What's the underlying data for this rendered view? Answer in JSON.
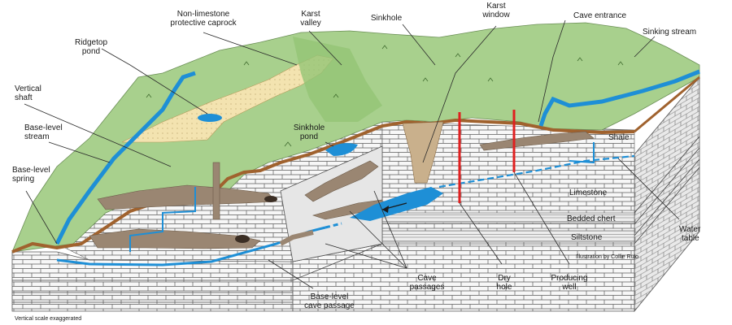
{
  "labels": {
    "non_limestone_1": "Non-limestone",
    "non_limestone_2": "protective caprock",
    "karst_valley_1": "Karst",
    "karst_valley_2": "valley",
    "sinkhole": "Sinkhole",
    "karst_window_1": "Karst",
    "karst_window_2": "window",
    "cave_entrance": "Cave entrance",
    "sinking_stream": "Sinking stream",
    "ridgetop_pond_1": "Ridgetop",
    "ridgetop_pond_2": "pond",
    "vertical_shaft_1": "Vertical",
    "vertical_shaft_2": "shaft",
    "base_level_stream_1": "Base-level",
    "base_level_stream_2": "stream",
    "base_level_spring_1": "Base-level",
    "base_level_spring_2": "spring",
    "sinkhole_pond_1": "Sinkhole",
    "sinkhole_pond_2": "pond",
    "shale": "Shale",
    "limestone": "Limestone",
    "bedded_chert": "Bedded chert",
    "siltstone": "Siltstone",
    "water_table_1": "Water",
    "water_table_2": "table",
    "cave_passages_1": "Cave",
    "cave_passages_2": "passages",
    "dry_hole_1": "Dry",
    "dry_hole_2": "hole",
    "producing_well_1": "Producing",
    "producing_well_2": "well",
    "base_level_cave_1": "Base-level",
    "base_level_cave_2": "cave passage",
    "credit": "Illustration by Collie Rulo",
    "scale_note": "Vertical scale exaggerated"
  },
  "colors": {
    "land": "#a8d08d",
    "land_dark": "#8fc173",
    "caprock": "#f3e3b0",
    "soil": "#a0622e",
    "water": "#1e8fd6",
    "water_light": "#47b3ea",
    "cave_fill": "#9a8672",
    "rock_face": "#f6f6f6",
    "rock_side": "#e6e6e6",
    "well": "#e02020"
  }
}
